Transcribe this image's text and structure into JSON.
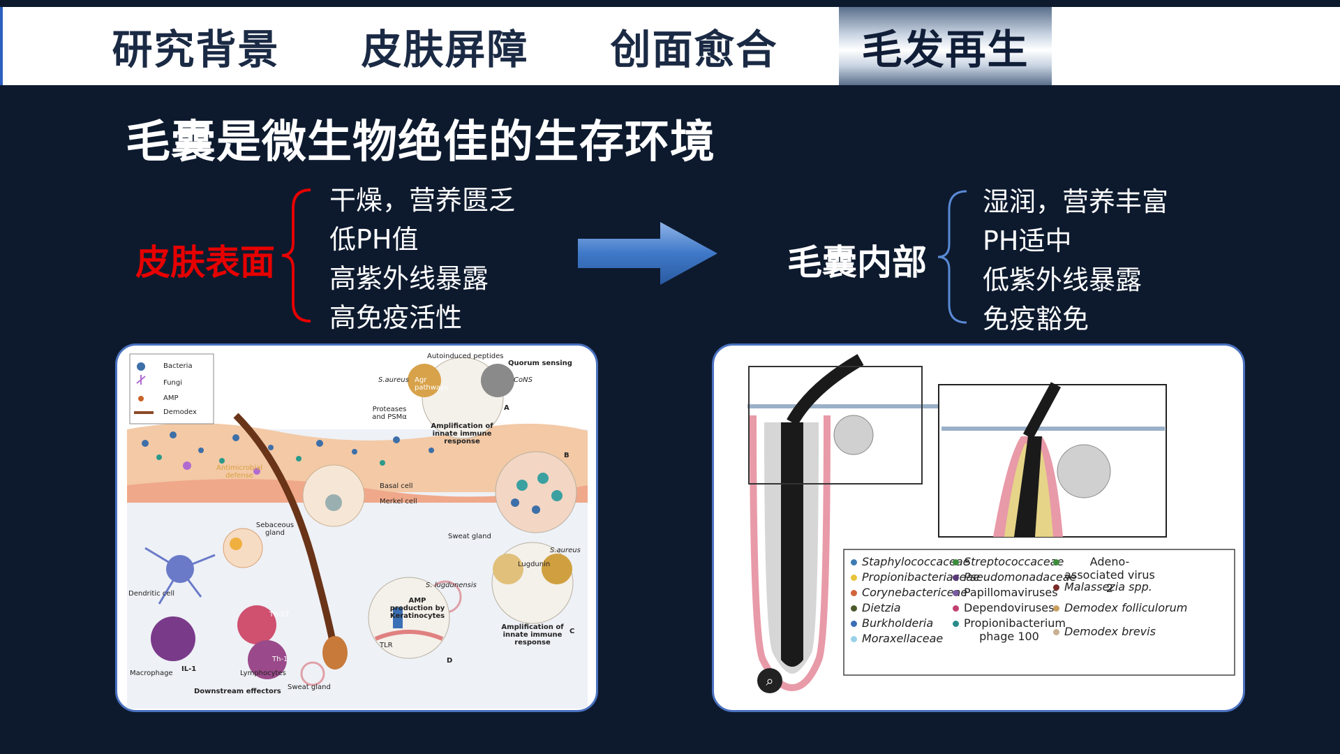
{
  "tabs": [
    {
      "label": "研究背景"
    },
    {
      "label": "皮肤屏障"
    },
    {
      "label": "创面愈合"
    },
    {
      "label": "毛发再生"
    }
  ],
  "title": "毛囊是微生物绝佳的生存环境",
  "left": {
    "label": "皮肤表面",
    "label_color": "#e60000",
    "items": [
      "干燥，营养匮乏",
      "低PH值",
      "高紫外线暴露",
      "高免疫活性"
    ]
  },
  "right": {
    "label": "毛囊内部",
    "items": [
      "湿润，营养丰富",
      "PH适中",
      "低紫外线暴露",
      "免疫豁免"
    ]
  },
  "colors": {
    "brace_left": "#e60000",
    "brace_right": "#5a8ad6",
    "arrow": "#3f78c8",
    "panel_border": "#4a72c0"
  },
  "left_figure": {
    "legend": [
      "Bacteria",
      "Fungi",
      "AMP",
      "Demodex"
    ],
    "labels": {
      "autoinduced": "Autoinduced peptides",
      "quorum": "Quorum sensing",
      "saureus1": "S.aureus",
      "agr": "Agr pathways",
      "cons": "CoNS",
      "proteases": "Proteases and PSMα",
      "amplification1": "Amplification of innate immune response",
      "a": "A",
      "b": "B",
      "c": "C",
      "d": "D",
      "antimicrobial": "Antimicrobial defense",
      "basal": "Basal cell",
      "merkel": "Merkel cell",
      "sebaceous": "Sebaceous gland",
      "sweat1": "Sweat gland",
      "saureus2": "S.aureus",
      "lugdunin": "Lugdunin",
      "slug": "S. lugdunensis",
      "dendritic": "Dendritic cell",
      "th17": "Th-17",
      "th1": "Th-1",
      "amp_prod": "AMP production by Keratinocytes",
      "tlr": "TLR",
      "amplification2": "Amplification of innate immune response",
      "macrophage": "Macrophage",
      "il1": "IL-1",
      "lymph": "Lymphocytes",
      "downstream": "Downstream effectors",
      "sweat2": "Sweat gland"
    }
  },
  "right_figure": {
    "legend": [
      {
        "name": "Staphylococcaceae",
        "color": "#3d7ab3",
        "italic": true
      },
      {
        "name": "Propionibacteriaceae",
        "color": "#e8c43a",
        "italic": true
      },
      {
        "name": "Corynebactericeae",
        "color": "#d2643c",
        "italic": true
      },
      {
        "name": "Dietzia",
        "color": "#4a5a2a",
        "italic": true
      },
      {
        "name": "Burkholderia",
        "color": "#3a6fb5",
        "italic": true
      },
      {
        "name": "Moraxellaceae",
        "color": "#9ad0ea",
        "italic": true
      },
      {
        "name": "Streptococcaceae",
        "color": "#3c8c3c",
        "italic": true
      },
      {
        "name": "Pseudomonadaceae",
        "color": "#5a3a7a",
        "italic": true
      },
      {
        "name": "Papillomaviruses",
        "color": "#7a5aa0",
        "italic": false
      },
      {
        "name": "Dependoviruses",
        "color": "#c04070",
        "italic": false
      },
      {
        "name": "Propionibacterium phage 100",
        "color": "#2a8a8a",
        "italic": false
      },
      {
        "name": "Adeno-associated virus 2",
        "color": "#3c8c3c",
        "italic": false
      },
      {
        "name": "Malassezia spp.",
        "color": "#7a2a2a",
        "italic": true
      },
      {
        "name": "Demodex folliculorum",
        "color": "#c8a060",
        "italic": true
      },
      {
        "name": "Demodex brevis",
        "color": "#c8b090",
        "italic": true
      }
    ]
  }
}
